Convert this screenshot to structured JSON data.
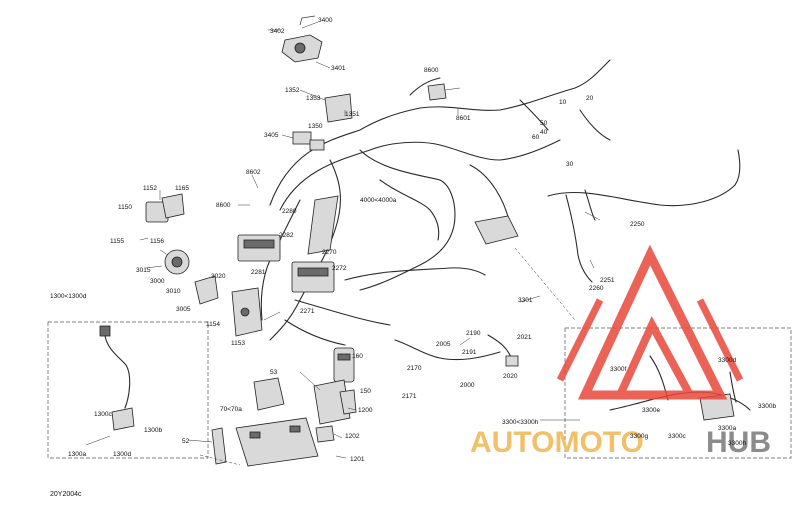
{
  "diagram_code": "20Y2004c",
  "watermark": {
    "part1": "AUTOMOTO",
    "part2": "HUB",
    "color_logo": "#e8483a",
    "color_auto": "#f1c069",
    "color_hub": "#8c8c8c"
  },
  "labels": {
    "l3400": "3400",
    "l3402": "3402",
    "l3401": "3401",
    "l1352": "1352",
    "l1353": "1353",
    "l1351": "1351",
    "l1350": "1350",
    "l3405": "3405",
    "l8602": "8602",
    "l8600a": "8600",
    "l8600b": "8600",
    "l8601": "8601",
    "l1152": "1152",
    "l1165": "1165",
    "l1150": "1150",
    "l1155": "1155",
    "l1156": "1156",
    "l3015": "3015",
    "l3000": "3000",
    "l3010": "3010",
    "l3020": "3020",
    "l3005": "3005",
    "l1154": "1154",
    "l1153": "1153",
    "l2280": "2280",
    "l2282": "2282",
    "l2281": "2281",
    "l2270": "2270",
    "l2272": "2272",
    "l2271": "2271",
    "l4000": "4000<4000a",
    "l10": "10",
    "l20": "20",
    "l50": "50",
    "l40": "40",
    "l60": "60",
    "l30": "30",
    "l2250": "2250",
    "l2251": "2251",
    "l2260": "2260",
    "l3301": "3301",
    "l2190": "2190",
    "l2191": "2191",
    "l2021": "2021",
    "l2005": "2005",
    "l2170": "2170",
    "l2171": "2171",
    "l2000": "2000",
    "l2020": "2020",
    "l160": "160",
    "l150": "150",
    "l53": "53",
    "l70": "70<70a",
    "l1200": "1200",
    "l1202": "1202",
    "l52": "52",
    "l1201": "1201",
    "l1300": "1300<1300d",
    "l1300c": "1300c",
    "l1300b": "1300b",
    "l1300a": "1300a",
    "l1300d": "1300d",
    "l3300r": "3300<3300h",
    "l3300d": "3300d",
    "l3300f": "3300f",
    "l3300b": "3300b",
    "l3300e": "3300e",
    "l3300g": "3300g",
    "l3300c": "3300c",
    "l3300a": "3300a",
    "l3300h": "3300h"
  }
}
